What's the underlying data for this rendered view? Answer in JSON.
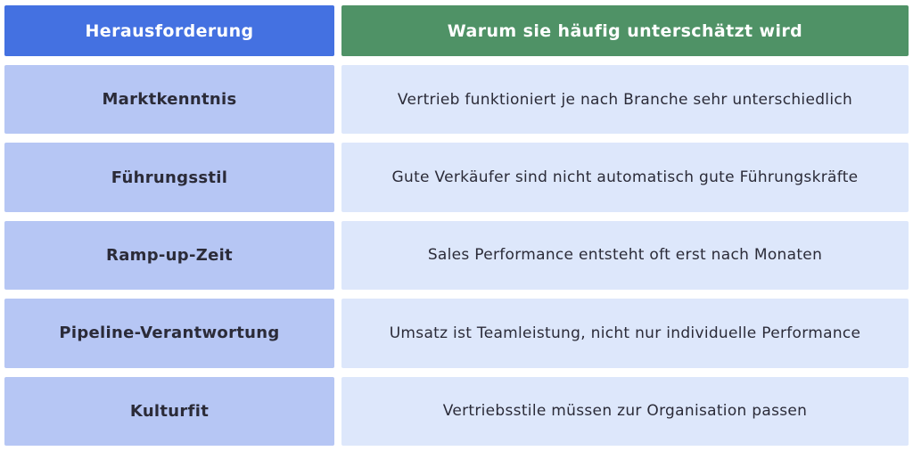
{
  "table": {
    "headers": [
      {
        "label": "Herausforderung"
      },
      {
        "label": "Warum sie häufig unterschätzt wird"
      }
    ],
    "rows": [
      {
        "challenge": "Marktkenntnis",
        "reason": "Vertrieb funktioniert je nach Branche sehr unterschiedlich"
      },
      {
        "challenge": "Führungsstil",
        "reason": "Gute Verkäufer sind nicht automatisch gute Führungskräfte"
      },
      {
        "challenge": "Ramp-up-Zeit",
        "reason": "Sales Performance entsteht oft erst nach Monaten"
      },
      {
        "challenge": "Pipeline-Verantwortung",
        "reason": "Umsatz ist Teamleistung, nicht nur individuelle Performance"
      },
      {
        "challenge": "Kulturfit",
        "reason": "Vertriebsstile müssen zur Organisation passen"
      }
    ]
  },
  "colors": {
    "header_challenge_bg": "#4471e1",
    "header_reason_bg": "#4f9266",
    "row_label_bg": "#b6c6f4",
    "row_reason_bg": "#dde7fb",
    "text_dark": "#2b2b38",
    "text_light": "#ffffff",
    "page_bg": "#ffffff"
  },
  "chart_data": {
    "type": "table",
    "title": "",
    "columns": [
      "Herausforderung",
      "Warum sie häufig unterschätzt wird"
    ],
    "rows": [
      [
        "Marktkenntnis",
        "Vertrieb funktioniert je nach Branche sehr unterschiedlich"
      ],
      [
        "Führungsstil",
        "Gute Verkäufer sind nicht automatisch gute Führungskräfte"
      ],
      [
        "Ramp-up-Zeit",
        "Sales Performance entsteht oft erst nach Monaten"
      ],
      [
        "Pipeline-Verantwortung",
        "Umsatz ist Teamleistung, nicht nur individuelle Performance"
      ],
      [
        "Kulturfit",
        "Vertriebsstile müssen zur Organisation passen"
      ]
    ],
    "layout_hints": {
      "header_colors": [
        "#4471e1",
        "#4f9266"
      ],
      "body_colors": [
        "#b6c6f4",
        "#dde7fb"
      ],
      "grid": false,
      "legend": "none"
    }
  }
}
